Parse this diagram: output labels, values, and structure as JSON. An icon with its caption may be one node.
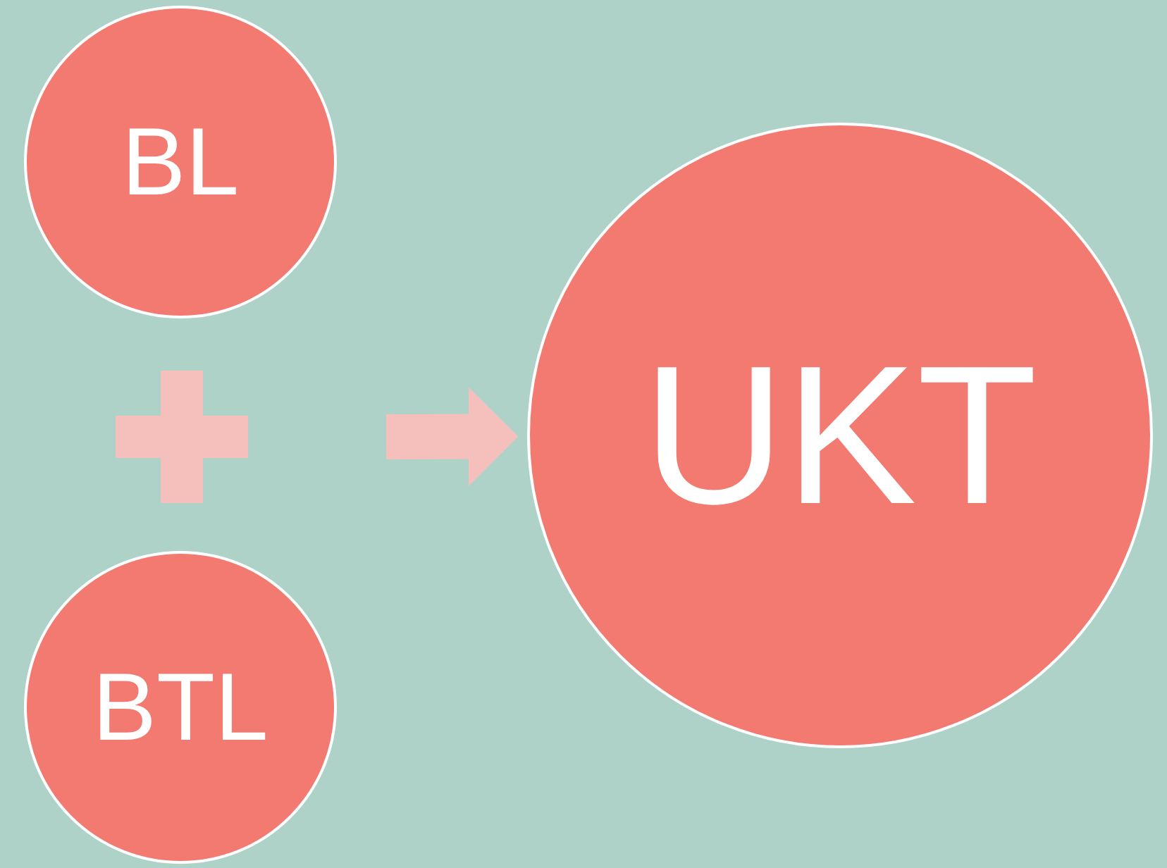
{
  "diagram": {
    "nodes": [
      {
        "text": [
          "BL"
        ]
      },
      {
        "text": [
          "BTL"
        ]
      },
      {
        "text": [
          "UKT"
        ]
      }
    ],
    "edges": [
      {
        "from": null,
        "to": 2,
        "arrow": "to"
      }
    ]
  }
}
